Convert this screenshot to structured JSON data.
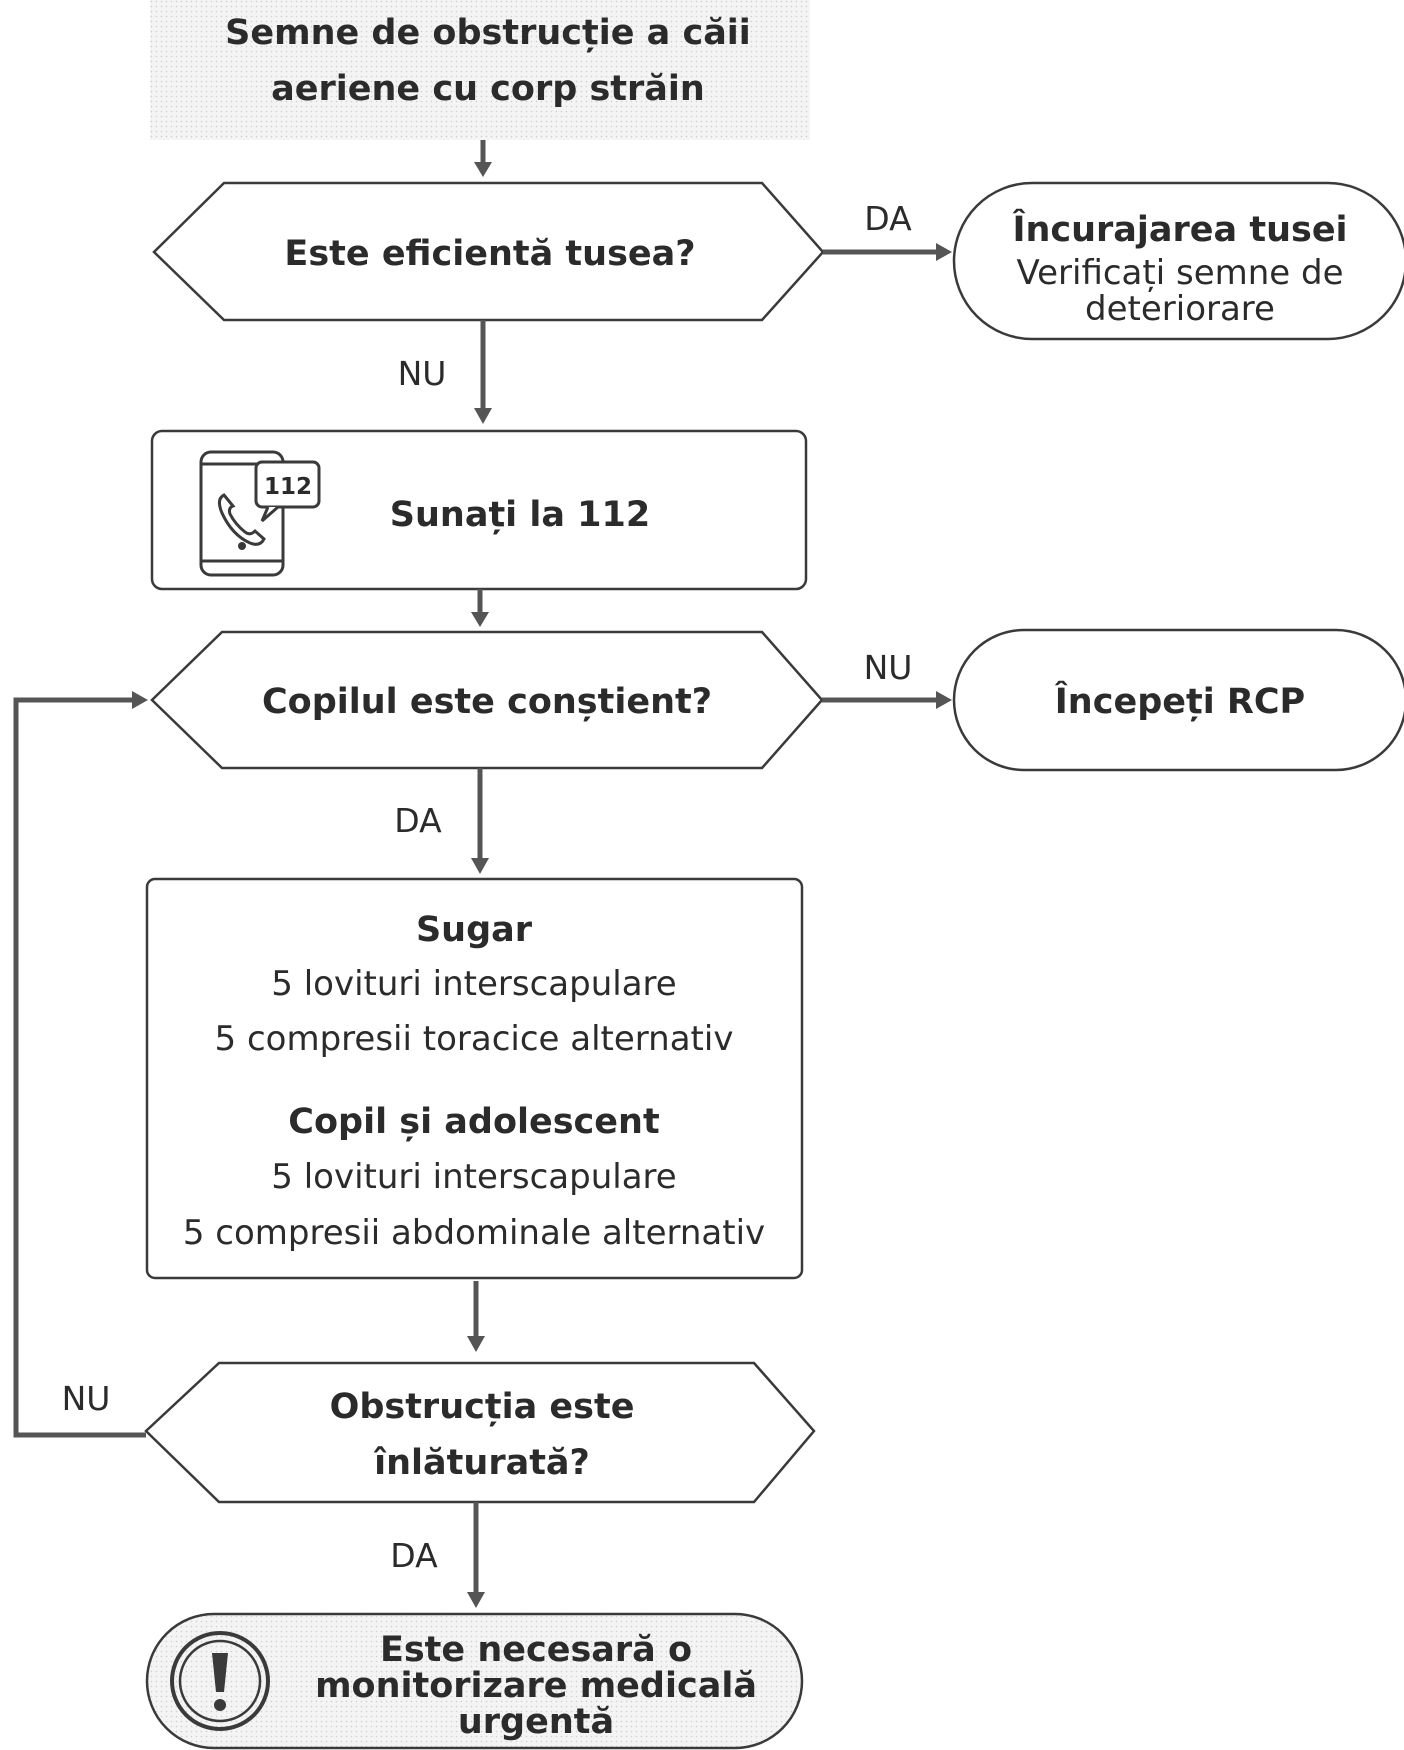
{
  "header": {
    "line1": "Semne de obstrucție a căii",
    "line2": "aeriene cu corp străin"
  },
  "q1": {
    "text": "Este eficientă tusea?",
    "yes_label": "DA",
    "no_label": "NU"
  },
  "q1_yes_box": {
    "title": "Încurajarea tusei",
    "line2": "Verificați  semne de",
    "line3": "deteriorare"
  },
  "call_box": {
    "text": "Sunați la 112",
    "badge": "112",
    "icon": "phone-call-icon"
  },
  "q2": {
    "text": "Copilul este conștient?",
    "yes_label": "DA",
    "no_label": "NU"
  },
  "q2_no_box": {
    "text": "Începeți RCP"
  },
  "actions": {
    "infant_title": "Sugar",
    "infant_line1": "5 lovituri interscapulare",
    "infant_line2": "5 compresii toracice alternativ",
    "child_title": "Copil și adolescent",
    "child_line1": "5 lovituri interscapulare",
    "child_line2": "5 compresii abdominale alternativ"
  },
  "q3": {
    "line1": "Obstrucția este",
    "line2": "înlăturată?",
    "yes_label": "DA",
    "no_label": "NU"
  },
  "final": {
    "line1": "Este necesară o",
    "line2": "monitorizare medicală",
    "line3": "urgentă",
    "icon": "exclamation-icon"
  },
  "colors": {
    "stroke": "#3a3a3a",
    "arrow": "#555555",
    "header_bg": "#ececec",
    "text": "#2b2b2b"
  }
}
